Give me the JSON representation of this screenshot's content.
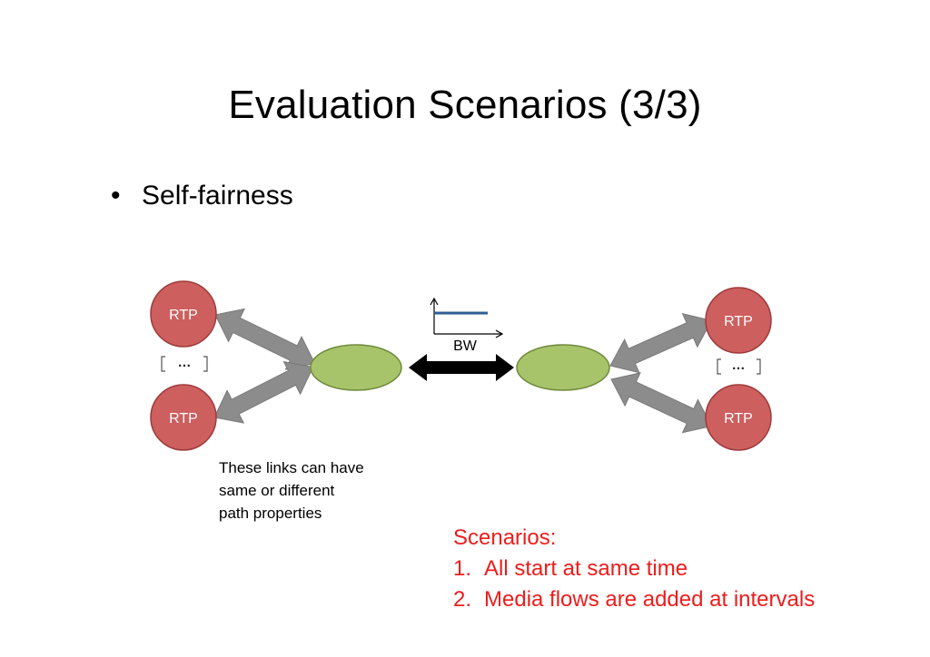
{
  "slide": {
    "title": "Evaluation Scenarios (3/3)",
    "bullet": "Self-fairness"
  },
  "diagram": {
    "node_label": "RTP",
    "ellipsis": "…",
    "bandwidth_label": "BW",
    "colors": {
      "rtp_fill": "#cd5f5f",
      "rtp_stroke": "#9e3b3b",
      "router_fill": "#a8c46a",
      "router_stroke": "#6f8a3c",
      "link_gray": "#8c8c8c",
      "bottleneck": "#000000",
      "bw_line": "#2f5f93"
    }
  },
  "note": {
    "lines": [
      "These links can have",
      "same or different",
      "path properties"
    ]
  },
  "scenarios": {
    "heading": "Scenarios:",
    "items": [
      {
        "num": "1.",
        "text": "All start at same time"
      },
      {
        "num": "2.",
        "text": "Media flows are added at intervals"
      }
    ]
  }
}
